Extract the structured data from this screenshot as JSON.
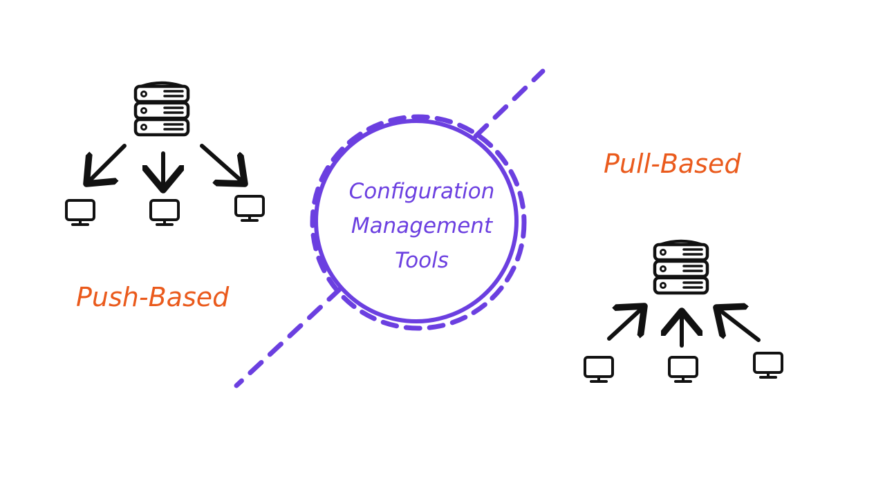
{
  "center": {
    "lines": [
      "Configuration",
      "Management",
      "Tools"
    ]
  },
  "labels": {
    "push": "Push-Based",
    "pull": "Pull-Based"
  },
  "colors": {
    "accent": "#6b3fe0",
    "highlight": "#ea5a1c",
    "ink": "#111111"
  },
  "icons": {
    "server": "server-icon",
    "client": "monitor-icon"
  }
}
